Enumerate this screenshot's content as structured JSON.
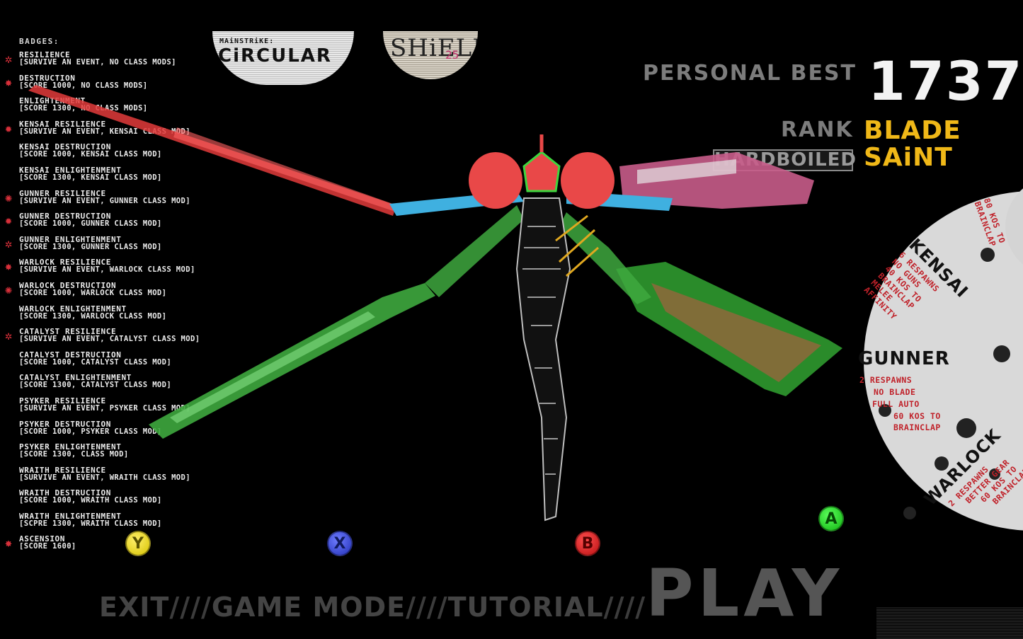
{
  "badges": {
    "title": "BADGES:",
    "items": [
      {
        "name": "RESiLiENCE",
        "requirement": "[SURViVE AN EVENT, NO CLASS MODS]",
        "earned": true
      },
      {
        "name": "DESTRUCTiON",
        "requirement": "[SCORE 1000, NO CLASS MODS]",
        "earned": true
      },
      {
        "name": "ENLiGHTENMENT",
        "requirement": "[SCORE 1300, NO CLASS MODS]",
        "earned": false
      },
      {
        "name": "KENSAi RESiLiENCE",
        "requirement": "[SURViVE AN EVENT, KENSAi CLASS MOD]",
        "earned": true
      },
      {
        "name": "KENSAi DESTRUCTiON",
        "requirement": "[SCORE 1000, KENSAi CLASS MOD]",
        "earned": false
      },
      {
        "name": "KENSAi ENLiGHTENMENT",
        "requirement": "[SCORE 1300, KENSAi CLASS MOD]",
        "earned": false
      },
      {
        "name": "GUNNER RESiLiENCE",
        "requirement": "[SURViVE AN EVENT, GUNNER CLASS MOD]",
        "earned": true
      },
      {
        "name": "GUNNER DESTRUCTiON",
        "requirement": "[SCORE 1000, GUNNER CLASS MOD]",
        "earned": true
      },
      {
        "name": "GUNNER ENLiGHTENMENT",
        "requirement": "[SCORE 1300, GUNNER CLASS MOD]",
        "earned": true
      },
      {
        "name": "WARLOCK RESiLiENCE",
        "requirement": "[SURViVE AN EVENT, WARLOCK CLASS MOD]",
        "earned": true
      },
      {
        "name": "WARLOCK DESTRUCTiON",
        "requirement": "[SCORE 1000, WARLOCK CLASS MOD]",
        "earned": true
      },
      {
        "name": "WARLOCK ENLiGHTENMENT",
        "requirement": "[SCORE 1300, WARLOCK CLASS MOD]",
        "earned": false
      },
      {
        "name": "CATALYST RESiLiENCE",
        "requirement": "[SURViVE AN EVENT, CATALYST CLASS MOD]",
        "earned": true
      },
      {
        "name": "CATALYST DESTRUCTiON",
        "requirement": "[SCORE 1000, CATALYST CLASS MOD]",
        "earned": false
      },
      {
        "name": "CATALYST ENLiGHTENMENT",
        "requirement": "[SCORE 1300, CATALYST CLASS MOD]",
        "earned": false
      },
      {
        "name": "PSYKER RESiLiENCE",
        "requirement": "[SURViVE AN EVENT, PSYKER CLASS MOD]",
        "earned": false
      },
      {
        "name": "PSYKER DESTRUCTiON",
        "requirement": "[SCORE 1000, PSYKER CLASS MOD]",
        "earned": false
      },
      {
        "name": "PSYKER ENLiGHTENMENT",
        "requirement": "[SCORE 1300, CLASS MOD]",
        "earned": false
      },
      {
        "name": "WRAiTH RESiLiENCE",
        "requirement": "[SURViVE AN EVENT, WRAiTH CLASS MOD]",
        "earned": false
      },
      {
        "name": "WRAiTH DESTRUCTiON",
        "requirement": "[SCORE 1000, WRAiTH CLASS MOD]",
        "earned": false
      },
      {
        "name": "WRAiTH ENLiGHTENMENT",
        "requirement": "[SCPRE 1300, WRAiTH CLASS MOD]",
        "earned": false
      },
      {
        "name": "ASCENSiON",
        "requirement": "[SCORE 1600]",
        "earned": true
      }
    ]
  },
  "mainstrike": {
    "label": "MAiNSTRiKE:",
    "value": "CiRCULAR"
  },
  "shield": {
    "label": "SHiELD",
    "number": "25"
  },
  "personal_best": {
    "label": "PERSONAL BEST",
    "value": "1737"
  },
  "rank": {
    "label": "RANK",
    "line1": "BLADE",
    "line2": "SAiNT"
  },
  "difficulty": "HARDBOiLED",
  "classes": {
    "kensai": {
      "name": "KENSAi",
      "lines": [
        "6 RESPAWNS",
        "NO GUNS",
        "40 KOs TO",
        "BRAiNCLAP",
        "MELEE",
        "AFFiNiTY"
      ]
    },
    "gunner": {
      "name": "GUNNER",
      "lines": [
        "2 RESPAWNS",
        "NO BLADE",
        "FULL AUTO",
        "60 KOs TO",
        "BRAiNCLAP"
      ]
    },
    "warlock": {
      "name": "WARLOCK",
      "lines": [
        "2 RESPAWNS",
        "BETTER GEAR",
        "60 KOs TO",
        "BRAiNCLAP"
      ]
    },
    "partial": {
      "lines": [
        "80 KOs TO",
        "BRAiNCLAP"
      ]
    }
  },
  "buttons": {
    "y": "Y",
    "x": "X",
    "b": "B",
    "a": "A"
  },
  "menu": {
    "exit": "EXiT",
    "game_mode": "GAME MODE",
    "tutorial": "TUTORiAL",
    "play": "PLAY",
    "separator": "////"
  },
  "colors": {
    "accent_red": "#d8303a",
    "rank_gold": "#f0b818",
    "class_red": "#c0222a"
  }
}
